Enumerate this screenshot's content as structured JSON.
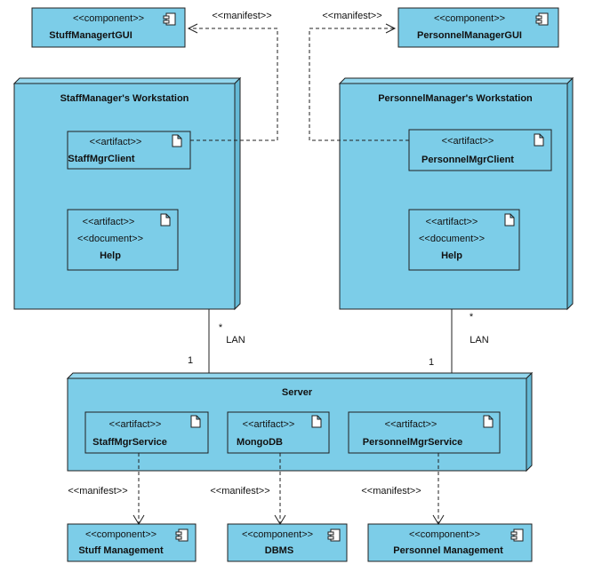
{
  "stereotypes": {
    "component": "<<component>>",
    "artifact": "<<artifact>>",
    "document": "<<document>>"
  },
  "components": {
    "stuff_manager_gui": "StuffManagertGUI",
    "personnel_manager_gui": "PersonnelManagerGUI",
    "stuff_management": "Stuff Management",
    "dbms": "DBMS",
    "personnel_management": "Personnel Management"
  },
  "nodes": {
    "staff_workstation": {
      "title": "StaffManager's Workstation",
      "client_artifact": "StaffMgrClient",
      "help_artifact": "Help"
    },
    "personnel_workstation": {
      "title": "PersonnelManager's Workstation",
      "client_artifact": "PersonnelMgrClient",
      "help_artifact": "Help"
    },
    "server": {
      "title": "Server",
      "staff_service": "StaffMgrService",
      "mongodb": "MongoDB",
      "personnel_service": "PersonnelMgrService"
    }
  },
  "edges": {
    "manifest_label": "<<manifest>>",
    "lan_label": "LAN",
    "many": "*",
    "one": "1"
  },
  "colors": {
    "fill": "#7ccde8",
    "fill_side": "#64b9d6",
    "fill_top": "#93d7ee",
    "stroke": "#202020"
  }
}
